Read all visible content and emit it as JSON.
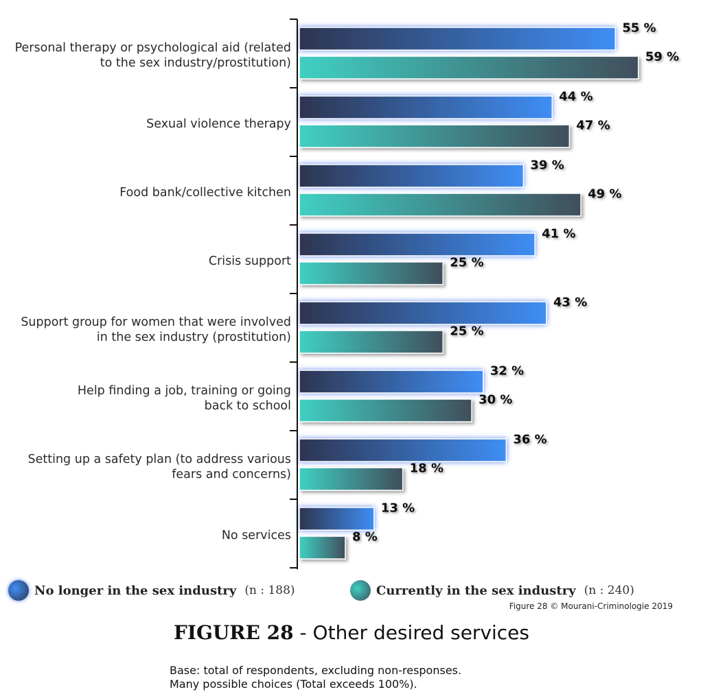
{
  "chart_data": {
    "type": "bar",
    "orientation": "horizontal",
    "categories": [
      [
        "Personal therapy or psychological aid (related",
        "to the sex industry/prostitution)"
      ],
      [
        "Sexual violence therapy"
      ],
      [
        "Food bank/collective kitchen"
      ],
      [
        "Crisis support"
      ],
      [
        "Support group for women that were involved",
        "in the sex industry (prostitution)"
      ],
      [
        "Help finding a job, training or going",
        "back to school"
      ],
      [
        "Setting up a safety plan (to address various",
        "fears and concerns)"
      ],
      [
        "No services"
      ]
    ],
    "series": [
      {
        "name": "No longer in the sex industry",
        "n": "(n : 188)",
        "values": [
          55,
          44,
          39,
          41,
          43,
          32,
          36,
          13
        ]
      },
      {
        "name": "Currently in the sex industry",
        "n": "(n : 240)",
        "values": [
          59,
          47,
          49,
          25,
          25,
          30,
          18,
          8
        ]
      }
    ],
    "value_suffix": " %",
    "xlim": [
      0,
      65
    ],
    "legend_position": "bottom",
    "grid": false
  },
  "colors": {
    "series1_start": "#2d3550",
    "series1_end": "#3f8ef5",
    "series2_start": "#3fd0c3",
    "series2_end": "#3f4e5c",
    "glow1": "#4f7df0",
    "axis": "#111111"
  },
  "figure": {
    "number": "FIGURE 28",
    "separator": " - ",
    "title": "Other desired services",
    "copyright": "Figure 28 © Mourani-Criminologie 2019",
    "note_1": "Base: total of respondents, excluding non-responses.",
    "note_2": "Many possible choices (Total exceeds 100%)."
  }
}
